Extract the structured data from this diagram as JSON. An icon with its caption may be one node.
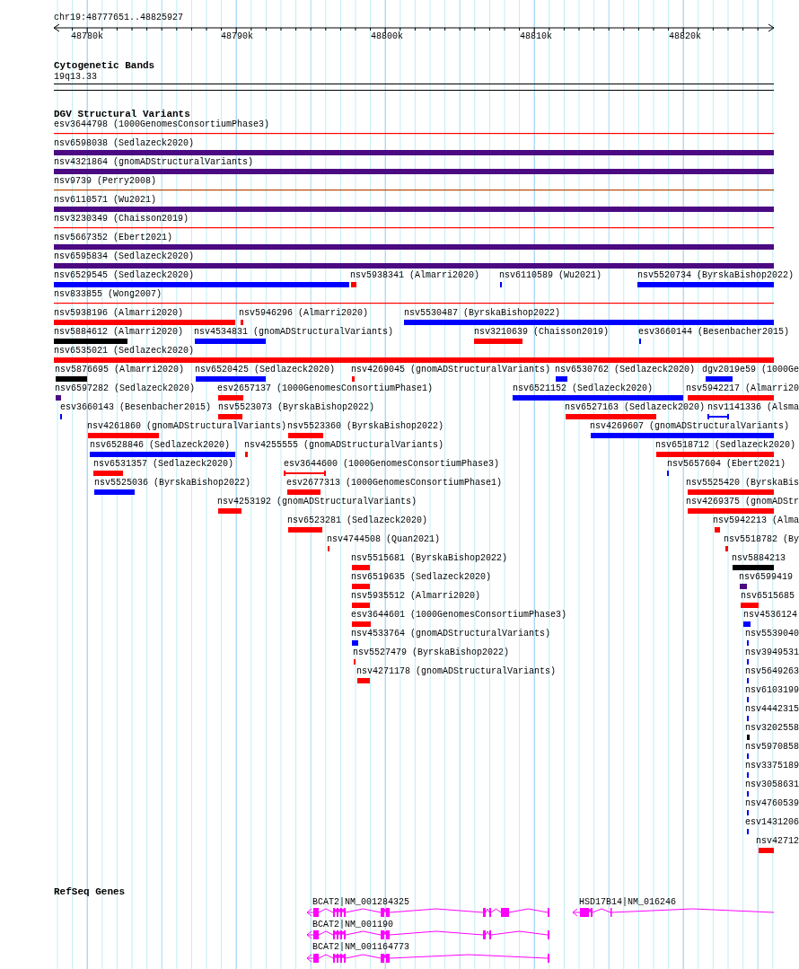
{
  "diagram": {
    "labels": [
      "chr19:48777651..48825927",
      "48780k",
      "48790k",
      "48800k",
      "48810k",
      "48820k",
      "Cytogenetic Bands",
      "19q13.33",
      "DGV Structural Variants",
      "esv3644798 (1000GenomesConsortiumPhase3)",
      "nsv6598038 (Sedlazeck2020)",
      "nsv4321864 (gnomADStructuralVariants)",
      "nsv9739 (Perry2008)",
      "nsv6110571 (Wu2021)",
      "nsv3230349 (Chaisson2019)",
      "nsv5667352 (Ebert2021)",
      "nsv6595834 (Sedlazeck2020)",
      "nsv6529545 (Sedlazeck2020)",
      "nsv5938341 (Almarri2020)",
      "nsv6110589 (Wu2021)",
      "nsv5520734 (ByrskaBishop2022)",
      "nsv833855 (Wong2007)",
      "nsv5938196 (Almarri2020)",
      "nsv5946296 (Almarri2020)",
      "nsv5530487 (ByrskaBishop2022)",
      "nsv5884612 (Almarri2020)",
      "nsv4534831 (gnomADStructuralVariants)",
      "nsv3210639 (Chaisson2019)",
      "esv3660144 (Besenbacher2015)",
      "nsv6535021 (Sedlazeck2020)",
      "nsv5876695 (Almarri2020)",
      "nsv6520425 (Sedlazeck2020)",
      "nsv4269045 (gnomADStructuralVariants)",
      "nsv6530762 (Sedlazeck2020)",
      "dgv2019e59 (1000Ge",
      "nsv6597282 (Sedlazeck2020)",
      "esv2657137 (1000GenomesConsortiumPhase1)",
      "nsv6521152 (Sedlazeck2020)",
      "nsv5942217 (Almarri20",
      "esv3660143 (Besenbacher2015)",
      "nsv5523073 (ByrskaBishop2022)",
      "nsv6527163 (Sedlazeck2020)",
      "nsv1141336 (Alsma",
      "nsv4261860 (gnomADStructuralVariants)",
      "nsv5523360 (ByrskaBishop2022)",
      "nsv4269607 (gnomADStructuralVariants)",
      "nsv6528846 (Sedlazeck2020)",
      "nsv4255555 (gnomADStructuralVariants)",
      "nsv6518712 (Sedlazeck2020)",
      "nsv6531357 (Sedlazeck2020)",
      "esv3644600 (1000GenomesConsortiumPhase3)",
      "nsv5657604 (Ebert2021)",
      "nsv5525036 (ByrskaBishop2022)",
      "esv2677313 (1000GenomesConsortiumPhase1)",
      "nsv5525420 (ByrskaBis",
      "nsv4253192 (gnomADStructuralVariants)",
      "nsv4269375 (gnomADStr",
      "nsv6523281 (Sedlazeck2020)",
      "nsv5942213 (Alma",
      "nsv4744508 (Quan2021)",
      "nsv5518782 (By",
      "nsv5515681 (ByrskaBishop2022)",
      "nsv5884213",
      "nsv6519635 (Sedlazeck2020)",
      "nsv6599419",
      "nsv5935512 (Almarri2020)",
      "nsv6515685",
      "esv3644601 (1000GenomesConsortiumPhase3)",
      "nsv4536124",
      "nsv4533764 (gnomADStructuralVariants)",
      "nsv5539040",
      "nsv5527479 (ByrskaBishop2022)",
      "nsv3949531",
      "nsv4271178 (gnomADStructuralVariants)",
      "nsv5649263",
      "nsv6103199",
      "nsv4442315",
      "nsv3202558",
      "nsv5970858",
      "nsv3375189",
      "nsv3058631",
      "nsv4760539",
      "esv1431206",
      "nsv42712",
      "RefSeq Genes",
      "BCAT2|NM_001284325",
      "HSD17B14|NM_016246",
      "BCAT2|NM_001190",
      "BCAT2|NM_001164773"
    ]
  }
}
